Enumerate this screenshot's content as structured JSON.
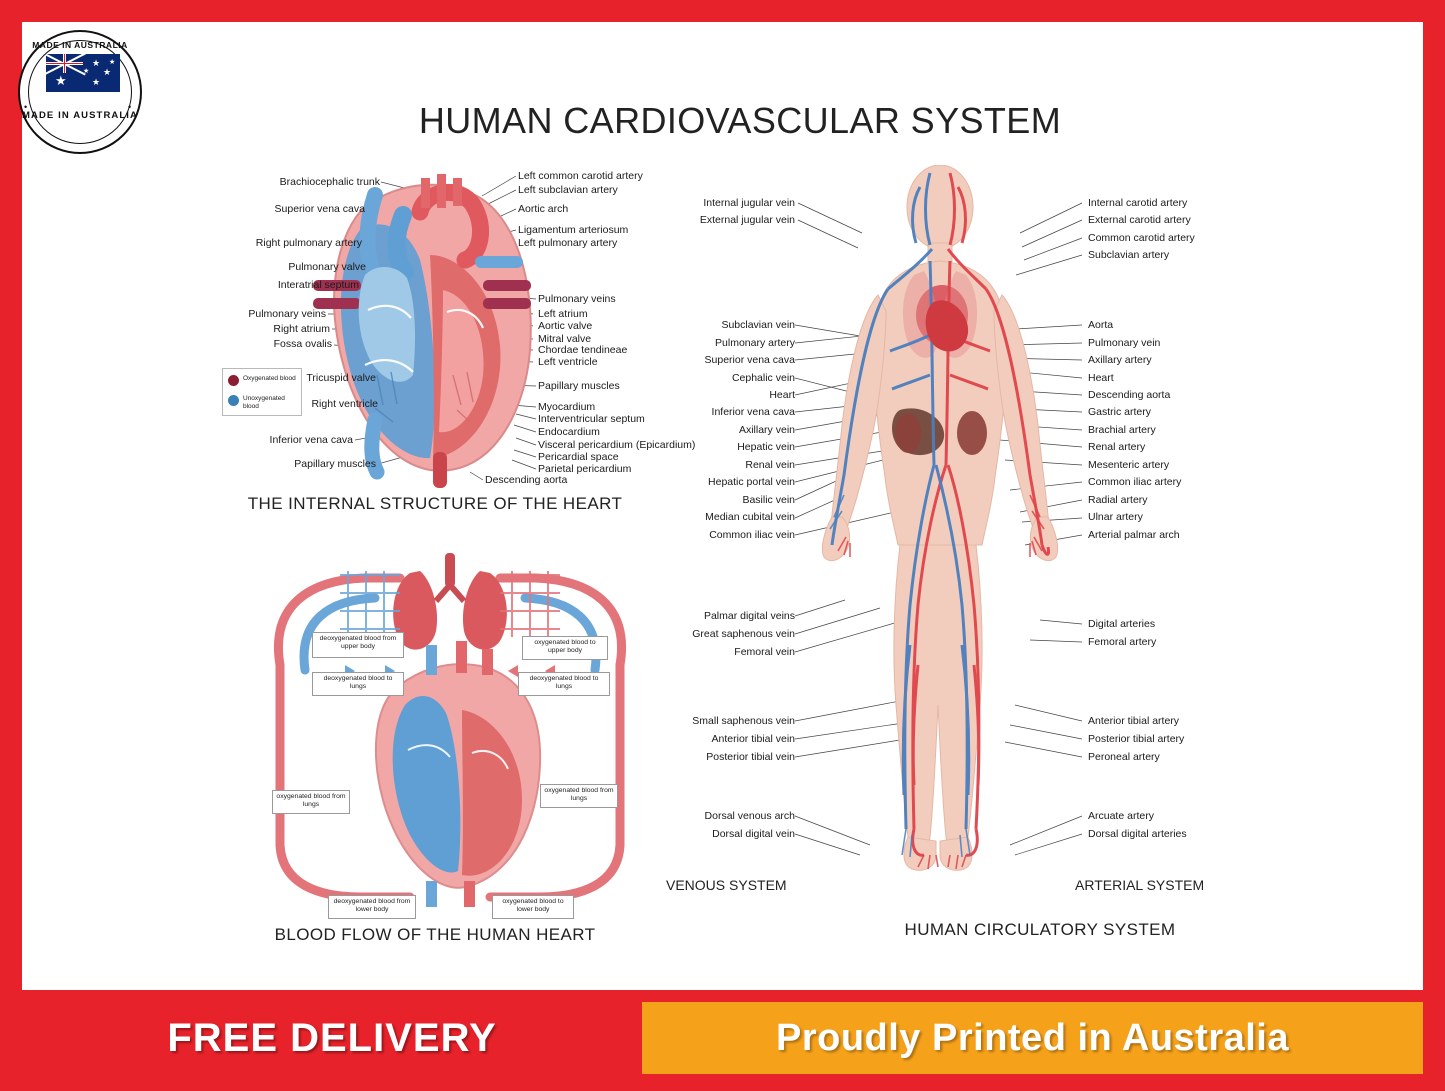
{
  "badge": {
    "text_top": "MADE IN AUSTRALIA",
    "text_bottom": "MADE IN AUSTRALIA",
    "flag_alt": "australian-flag"
  },
  "poster": {
    "title": "HUMAN CARDIOVASCULAR SYSTEM",
    "captions": {
      "heart": "THE INTERNAL STRUCTURE OF THE HEART",
      "blood_flow": "BLOOD FLOW OF THE HUMAN HEART",
      "circulatory": "HUMAN CIRCULATORY SYSTEM"
    },
    "system_labels": {
      "venous": "VENOUS SYSTEM",
      "arterial": "ARTERIAL SYSTEM"
    }
  },
  "heart_diagram": {
    "legend": [
      {
        "label": "Oxygenated blood",
        "color": "#8c1d32"
      },
      {
        "label": "Unoxygenated blood",
        "color": "#3a7fb5"
      }
    ],
    "labels_left": [
      "Brachiocephalic trunk",
      "Superior vena cava",
      "Right pulmonary artery",
      "Pulmonary valve",
      "Interatrial septum",
      "Pulmonary veins",
      "Right atrium",
      "Fossa ovalis",
      "Tricuspid valve",
      "Right ventricle",
      "Inferior vena cava",
      "Papillary muscles"
    ],
    "labels_right": [
      "Left common carotid artery",
      "Left subclavian artery",
      "Aortic arch",
      "Ligamentum arteriosum",
      "Left pulmonary artery",
      "Pulmonary veins",
      "Aortic valve",
      "Left atrium",
      "Mitral valve",
      "Chordae tendineae",
      "Left ventricle",
      "Papillary muscles",
      "Myocardium",
      "Interventricular septum",
      "Endocardium",
      "Visceral pericardium (Epicardium)",
      "Pericardial space",
      "Parietal pericardium",
      "Descending aorta"
    ]
  },
  "blood_flow_diagram": {
    "boxes": [
      "deoxygenated blood from upper body",
      "oxygenated blood to upper body",
      "deoxygenated blood to lungs",
      "deoxygenated blood to lungs",
      "oxygenated blood from lungs",
      "oxygenated blood from lungs",
      "deoxygenated blood from lower body",
      "oxygenated blood to lower body"
    ]
  },
  "circulatory_diagram": {
    "venous_labels": [
      "Internal jugular vein",
      "External jugular vein",
      "Subclavian vein",
      "Pulmonary artery",
      "Superior vena cava",
      "Cephalic vein",
      "Heart",
      "Inferior vena cava",
      "Axillary vein",
      "Hepatic vein",
      "Renal vein",
      "Hepatic portal vein",
      "Basilic vein",
      "Median cubital vein",
      "Common iliac vein",
      "Palmar digital veins",
      "Great saphenous vein",
      "Femoral vein",
      "Small saphenous vein",
      "Anterior tibial vein",
      "Posterior tibial vein",
      "Dorsal venous arch",
      "Dorsal digital vein"
    ],
    "arterial_labels": [
      "Internal carotid artery",
      "External carotid artery",
      "Common carotid artery",
      "Subclavian artery",
      "Aorta",
      "Pulmonary vein",
      "Axillary artery",
      "Heart",
      "Descending aorta",
      "Gastric artery",
      "Brachial artery",
      "Renal artery",
      "Mesenteric artery",
      "Common iliac artery",
      "Radial artery",
      "Ulnar artery",
      "Arterial palmar arch",
      "Digital arteries",
      "Femoral artery",
      "Anterior tibial artery",
      "Posterior tibial artery",
      "Peroneal artery",
      "Arcuate artery",
      "Dorsal digital arteries"
    ]
  },
  "banners": {
    "free_delivery": "FREE DELIVERY",
    "printed": "Proudly Printed in Australia"
  },
  "colors": {
    "red": "#e8222a",
    "orange": "#f5a11a",
    "artery": "#e0434a",
    "vein": "#4a7fbf"
  }
}
